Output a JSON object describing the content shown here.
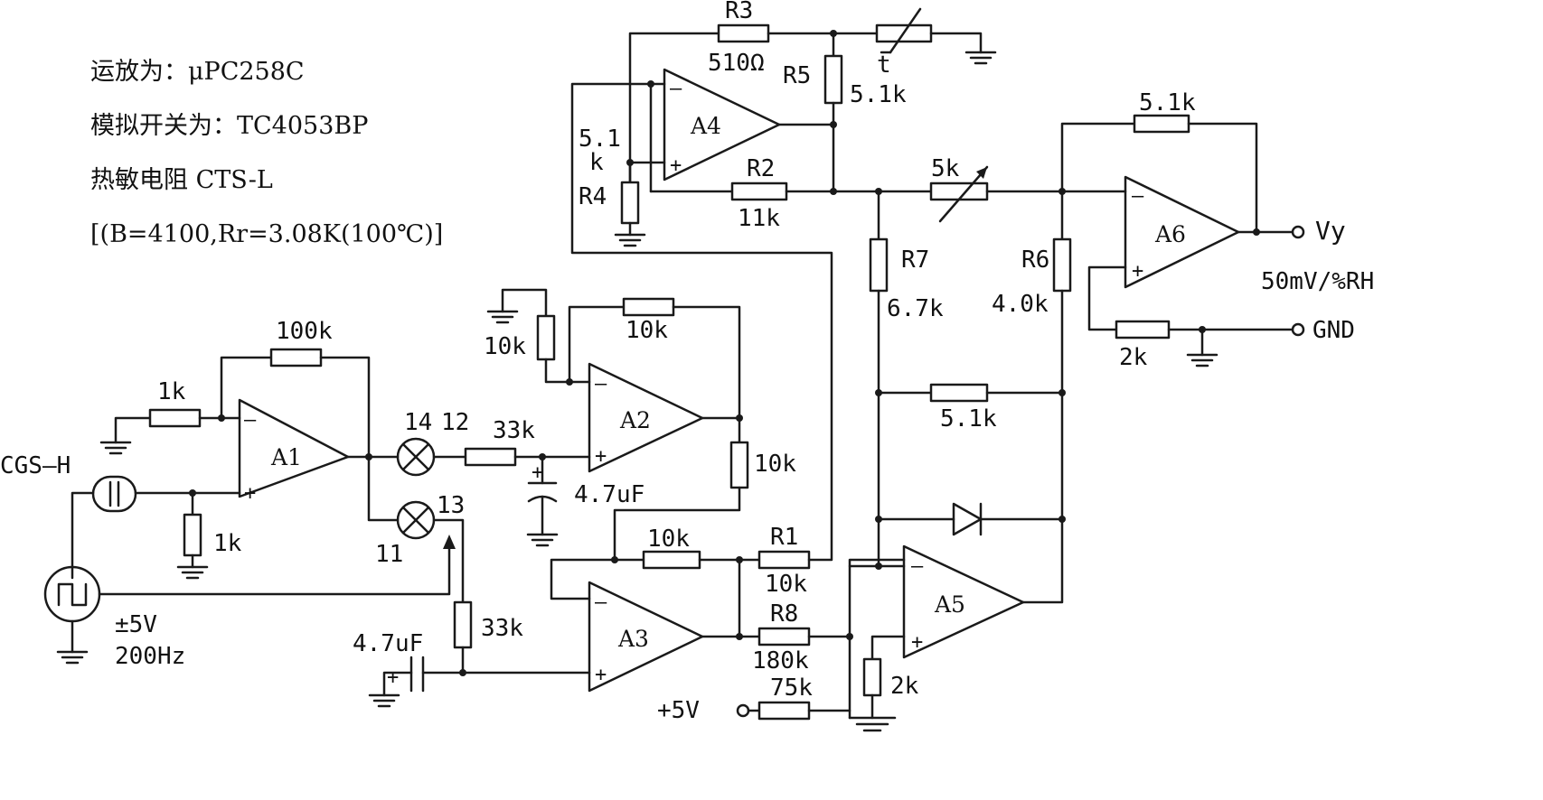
{
  "notes": {
    "line1": "运放为：μPC258C",
    "line2": "模拟开关为：TC4053BP",
    "line3": "热敏电阻 CTS-L",
    "line4": "[(B=4100,Rr=3.08K(100℃)]"
  },
  "amplifiers": {
    "a1": "A1",
    "a2": "A2",
    "a3": "A3",
    "a4": "A4",
    "a5": "A5",
    "a6": "A6"
  },
  "resistors": {
    "r3_name": "R3",
    "r3_value": "510Ω",
    "r5_name": "R5",
    "r5_value": "5.1k",
    "r4_name": "R4",
    "r4_value_a": "5.1",
    "r4_value_b": "k",
    "r2_name": "R2",
    "r2_value": "11k",
    "r7_name": "R7",
    "r7_value": "6.7k",
    "r6_name": "R6",
    "r6_value": "4.0k",
    "pot_value": "5k",
    "a6_feedback": "5.1k",
    "a6_ground": "2k",
    "a5_feedback": "5.1k",
    "r1_name": "R1",
    "r1_value": "10k",
    "r8_name": "R8",
    "r8_value": "180k",
    "bias_value": "75k",
    "a5_ground": "2k",
    "a3_feedback": "10k",
    "a2_feedback": "10k",
    "a2_ground": "10k",
    "a2_output": "10k",
    "a1_feedback": "100k",
    "a1_input": "1k",
    "a1_plus": "1k",
    "sw12_series": "33k",
    "sw13_series": "33k"
  },
  "capacitors": {
    "a2_filter": "4.7uF",
    "a3_filter": "4.7uF"
  },
  "thermistor": {
    "label": "t"
  },
  "sensor": {
    "label": "CGS–H"
  },
  "source": {
    "amplitude": "±5V",
    "frequency": "200Hz"
  },
  "switch_pins": {
    "p14": "14",
    "p12": "12",
    "p13": "13",
    "p11": "11"
  },
  "supply": {
    "label": "+5V"
  },
  "outputs": {
    "vy": "Vy",
    "gnd": "GND",
    "sensitivity": "50mV/%RH"
  },
  "opamp_signs": {
    "minus": "–",
    "plus": "+"
  }
}
